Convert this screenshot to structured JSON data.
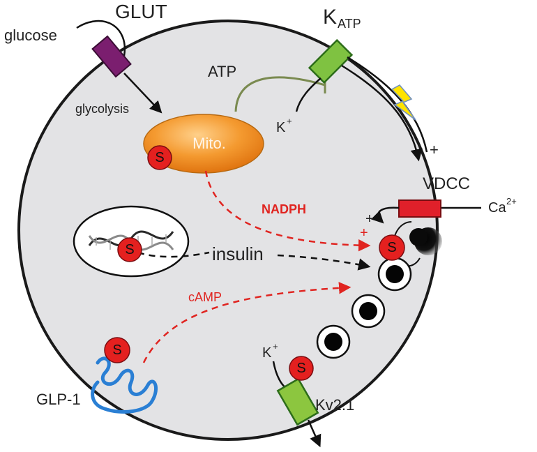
{
  "labels": {
    "glucose": "glucose",
    "glut": "GLUT",
    "glycolysis": "glycolysis",
    "katp_main": "K",
    "katp_sub": "ATP",
    "atp": "ATP",
    "k_ion": "K",
    "k_sup": "+",
    "mito": "Mito.",
    "vdcc": "VDCC",
    "ca": "Ca",
    "ca_sup": "2+",
    "nadph": "NADPH",
    "insulin": "insulin",
    "camp": "cAMP",
    "glp1": "GLP-1",
    "kv21": "Kv2.1",
    "s": "S",
    "plus": "+"
  },
  "colors": {
    "cell_fill": "#e3e3e5",
    "glut": "#7b1e6f",
    "katp": "#7fc241",
    "vdcc": "#e0202a",
    "kv21": "#8cc63f",
    "mito": "#f08a1c",
    "s_badge": "#e4201f",
    "red_arrow": "#e02420",
    "glp1_receptor": "#2a7fd4",
    "lightning": "#ffe300"
  }
}
